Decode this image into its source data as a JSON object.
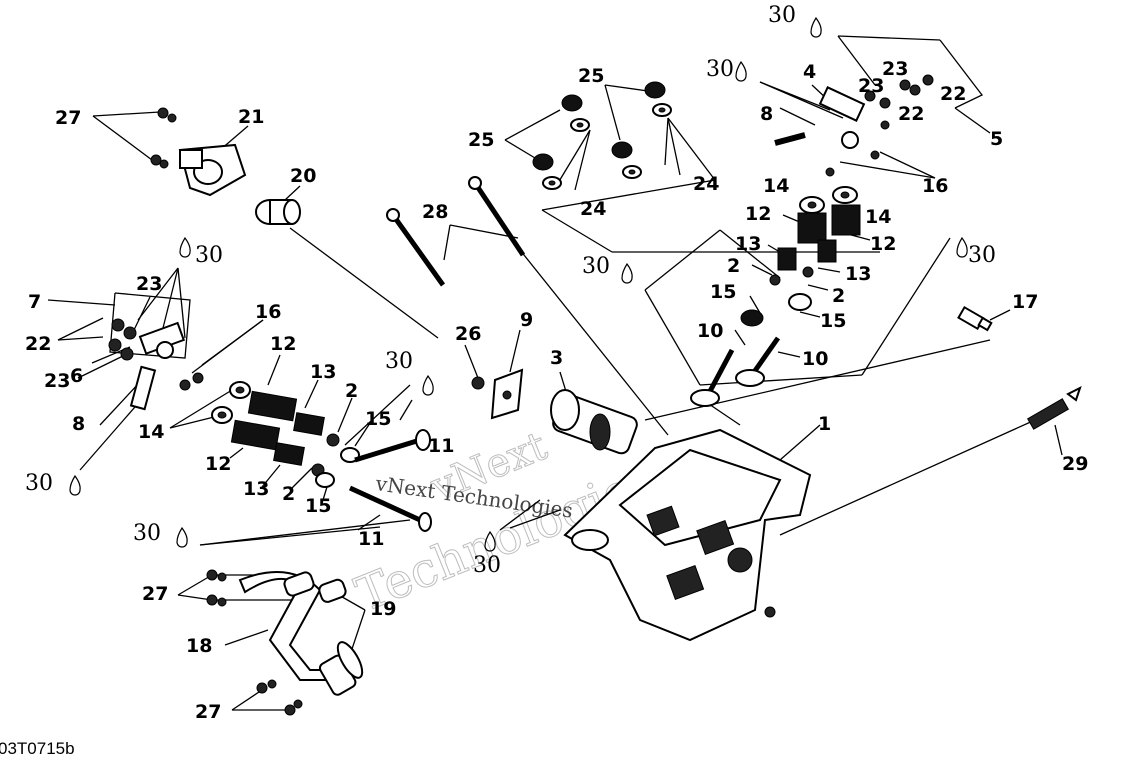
{
  "callouts": {
    "c1": "1",
    "c2a": "2",
    "c2b": "2",
    "c2c": "2",
    "c2d": "2",
    "c3": "3",
    "c4": "4",
    "c5": "5",
    "c6": "6",
    "c7": "7",
    "c8a": "8",
    "c8b": "8",
    "c9": "9",
    "c10a": "10",
    "c10b": "10",
    "c11a": "11",
    "c11b": "11",
    "c12a": "12",
    "c12b": "12",
    "c12c": "12",
    "c12d": "12",
    "c13a": "13",
    "c13b": "13",
    "c13c": "13",
    "c13d": "13",
    "c14a": "14",
    "c14b": "14",
    "c14c": "14",
    "c15a": "15",
    "c15b": "15",
    "c15c": "15",
    "c15d": "15",
    "c16a": "16",
    "c16b": "16",
    "c17": "17",
    "c18": "18",
    "c19": "19",
    "c20": "20",
    "c21": "21",
    "c22a": "22",
    "c22b": "22",
    "c22c": "22",
    "c23a": "23",
    "c23b": "23",
    "c23c": "23",
    "c23d": "23",
    "c24a": "24",
    "c24b": "24",
    "c25a": "25",
    "c25b": "25",
    "c26": "26",
    "c27a": "27",
    "c27b": "27",
    "c27c": "27",
    "c28": "28",
    "c29": "29",
    "c30a": "30",
    "c30b": "30",
    "c30c": "30",
    "c30d": "30",
    "c30e": "30",
    "c30f": "30",
    "c30g": "30",
    "c30h": "30",
    "c30i": "30"
  },
  "watermark": {
    "line1": "vNext",
    "line2": "vNext Technologies",
    "line3": "Technologies"
  },
  "reference_code": "03T0715b"
}
